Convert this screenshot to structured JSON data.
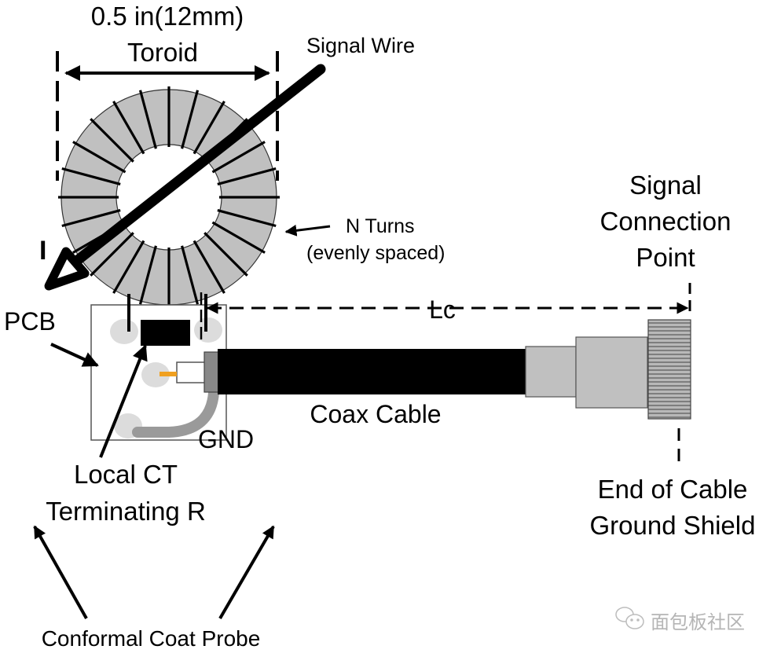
{
  "labels": {
    "toroid_size": "0.5 in(12mm)",
    "toroid": "Toroid",
    "signal_wire": "Signal Wire",
    "current": "I",
    "n_turns": "N Turns",
    "n_turns_note": "(evenly spaced)",
    "pcb": "PCB",
    "gnd": "GND",
    "lc": "Lc",
    "coax_cable": "Coax Cable",
    "signal_connection": [
      "Signal",
      "Connection",
      "Point"
    ],
    "local_ct": [
      "Local CT",
      "Terminating R"
    ],
    "end_of_cable": [
      "End of Cable",
      "Ground Shield"
    ],
    "conformal_coat_probe": "Conformal Coat Probe"
  },
  "watermark": {
    "icon": "wechat-icon",
    "text": "面包板社区"
  },
  "toroid": {
    "turn_count": 24
  },
  "colors": {
    "core": "#c0c0c0",
    "pad": "#dcdcdc",
    "trace": "#9a9a9a",
    "shield": "#888888",
    "connector": "#c0c0c0",
    "center_conductor": "#f0a020",
    "ink": "#000000"
  }
}
